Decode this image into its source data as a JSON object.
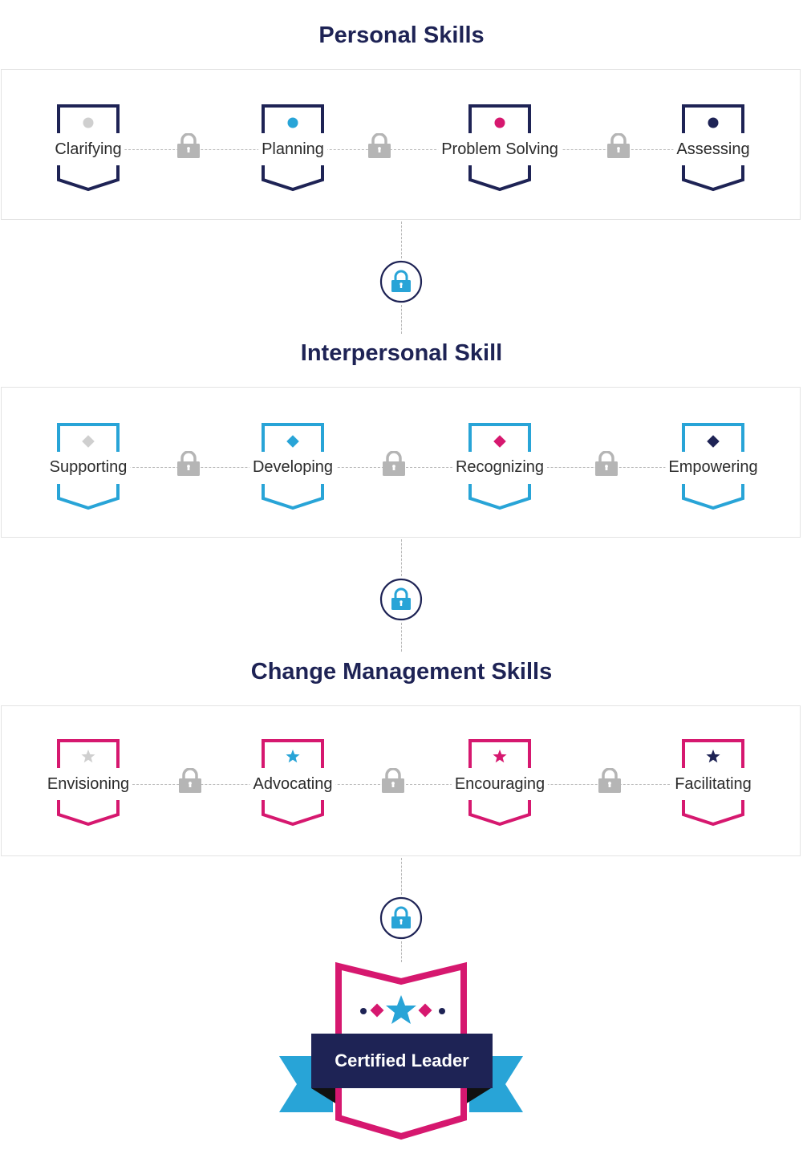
{
  "colors": {
    "navy": "#1e2355",
    "blue": "#28a4d7",
    "pink": "#d6186f",
    "grey": "#cfcfcf",
    "lock_grey": "#b5b5b5"
  },
  "sections": [
    {
      "title": "Personal Skills",
      "frame_color": "#1e2355",
      "icon": "circle",
      "skills": [
        {
          "label": "Clarifying",
          "icon_color": "#cfcfcf"
        },
        {
          "label": "Planning",
          "icon_color": "#28a4d7"
        },
        {
          "label": "Problem Solving",
          "icon_color": "#d6186f"
        },
        {
          "label": "Assessing",
          "icon_color": "#1e2355"
        }
      ]
    },
    {
      "title": "Interpersonal Skill",
      "frame_color": "#28a4d7",
      "icon": "diamond",
      "skills": [
        {
          "label": "Supporting",
          "icon_color": "#cfcfcf"
        },
        {
          "label": "Developing",
          "icon_color": "#28a4d7"
        },
        {
          "label": "Recognizing",
          "icon_color": "#d6186f"
        },
        {
          "label": "Empowering",
          "icon_color": "#1e2355"
        }
      ]
    },
    {
      "title": "Change Management Skills",
      "frame_color": "#d6186f",
      "icon": "star",
      "skills": [
        {
          "label": "Envisioning",
          "icon_color": "#cfcfcf"
        },
        {
          "label": "Advocating",
          "icon_color": "#28a4d7"
        },
        {
          "label": "Encouraging",
          "icon_color": "#d6186f"
        },
        {
          "label": "Facilitating",
          "icon_color": "#1e2355"
        }
      ]
    }
  ],
  "final_badge": {
    "label": "Certified Leader"
  }
}
